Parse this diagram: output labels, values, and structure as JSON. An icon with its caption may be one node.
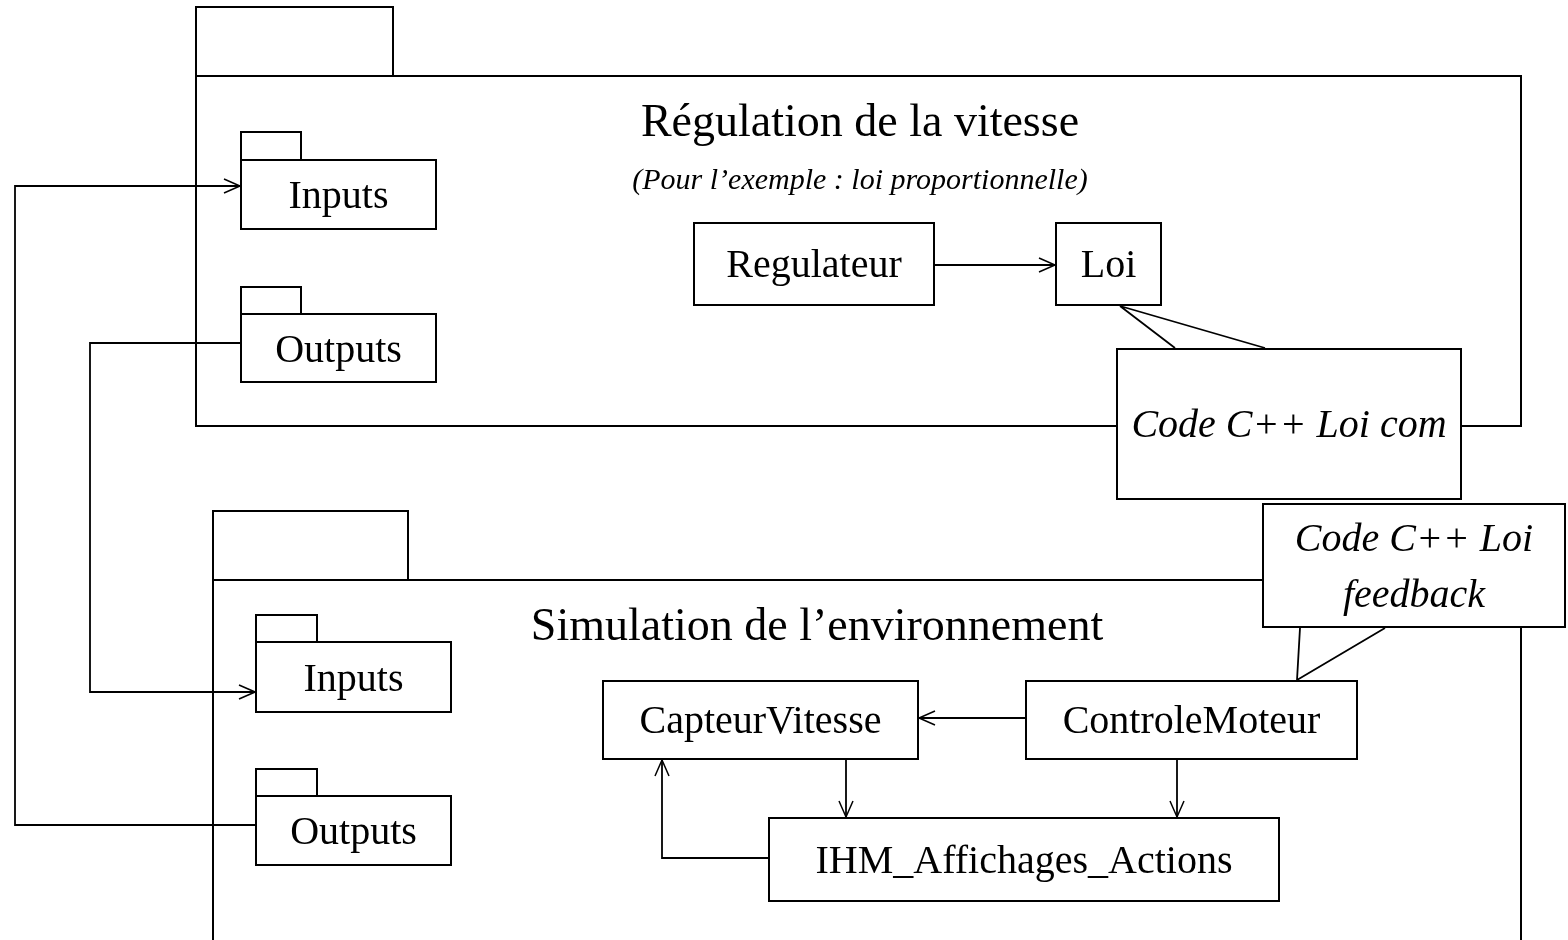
{
  "diagram": {
    "nodes": [
      {
        "text": [
          "Régulation de la vitesse",
          "(Pour l’exemple : loi proportionnelle)"
        ]
      },
      {
        "text": [
          "Inputs"
        ],
        "in": 0
      },
      {
        "text": [
          "Outputs"
        ],
        "in": 0
      },
      {
        "text": [
          "Regulateur"
        ],
        "in": 0
      },
      {
        "text": [
          "Loi"
        ],
        "in": 0
      },
      {
        "text": [
          "Code C++ Loi com"
        ]
      },
      {
        "text": [
          "Simulation de l’environnement"
        ]
      },
      {
        "text": [
          "Inputs"
        ],
        "in": 6
      },
      {
        "text": [
          "Outputs"
        ],
        "in": 6
      },
      {
        "text": [
          "CapteurVitesse"
        ],
        "in": 6
      },
      {
        "text": [
          "ControleMoteur"
        ],
        "in": 6
      },
      {
        "text": [
          "IHM_Affichages_Actions"
        ],
        "in": 6
      },
      {
        "text": [
          "Code C++ Loi feedback"
        ]
      }
    ],
    "edges": [
      {
        "from": 8,
        "to": 1,
        "arrow": "to"
      },
      {
        "from": 2,
        "to": 7,
        "arrow": "to"
      },
      {
        "from": 3,
        "to": 4,
        "arrow": "to"
      },
      {
        "from": 5,
        "to": 4,
        "arrow": "none"
      },
      {
        "from": 10,
        "to": 9,
        "arrow": "to"
      },
      {
        "from": 9,
        "to": 11,
        "arrow": "to"
      },
      {
        "from": 10,
        "to": 11,
        "arrow": "to"
      },
      {
        "from": 11,
        "to": 9,
        "arrow": "to"
      },
      {
        "from": 12,
        "to": 10,
        "arrow": "none"
      }
    ]
  }
}
